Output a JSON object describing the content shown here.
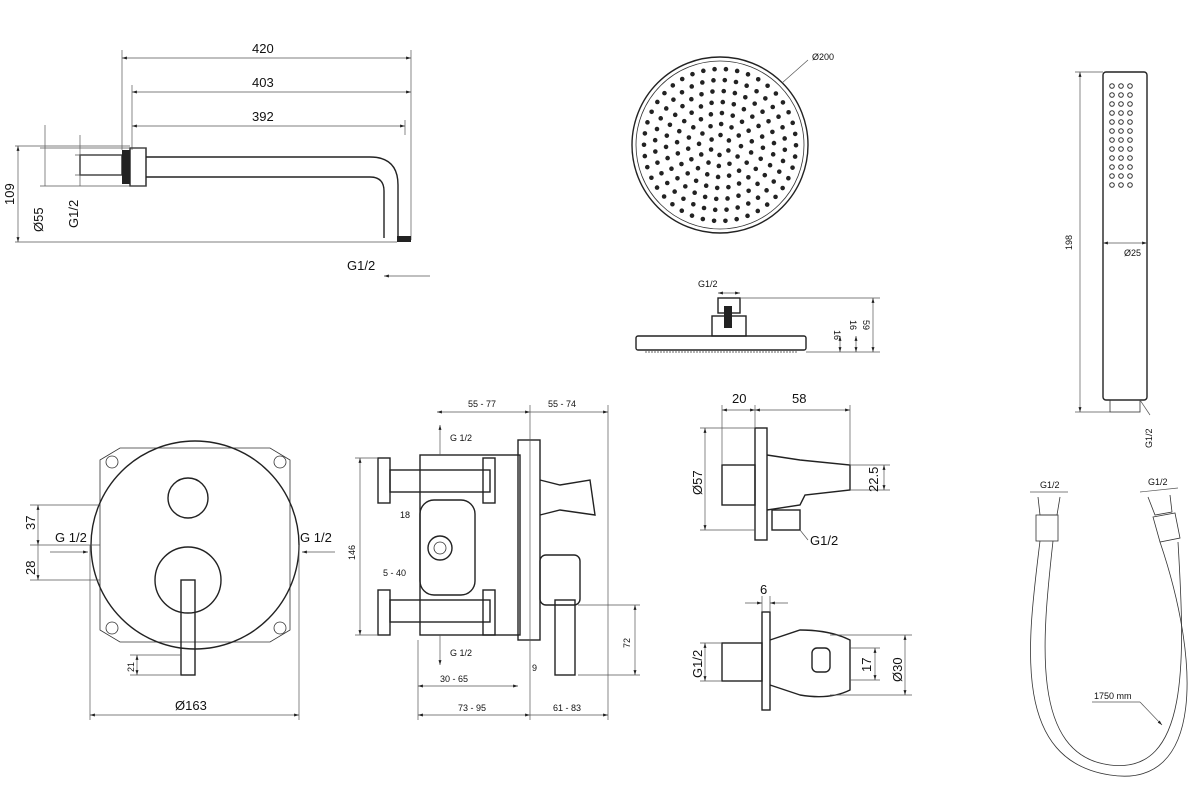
{
  "arm": {
    "d420": "420",
    "d403": "403",
    "d392": "392",
    "d109": "109",
    "d55": "Ø55",
    "g_left": "G1/2",
    "g_bottom": "G1/2"
  },
  "head_top": {
    "diameter": "Ø200"
  },
  "head_side": {
    "g": "G1/2",
    "h1": "16",
    "h2": "16",
    "h3": "59"
  },
  "hand": {
    "length": "198",
    "diameter": "Ø25",
    "g": "G1/2"
  },
  "mixer_front": {
    "d37": "37",
    "d28": "28",
    "g_left": "G 1/2",
    "g_right": "G 1/2",
    "d21": "21",
    "diameter": "Ø163"
  },
  "mixer_body": {
    "d55_77": "55 - 77",
    "d55_74": "55 - 74",
    "g_top": "G 1/2",
    "d146": "146",
    "d18": "18",
    "d5_40": "5 - 40",
    "g_bottom": "G 1/2",
    "d9": "9",
    "d72": "72",
    "d30_65": "30 - 65",
    "d73_95": "73 - 95",
    "d61_83": "61 - 83"
  },
  "outlet": {
    "d20": "20",
    "d58": "58",
    "d57": "Ø57",
    "d22_5": "22.5",
    "g": "G1/2"
  },
  "holder": {
    "d6": "6",
    "g": "G1/2",
    "d17": "17",
    "d30": "Ø30"
  },
  "hose": {
    "g_left": "G1/2",
    "g_right": "G1/2",
    "length": "1750 mm"
  }
}
